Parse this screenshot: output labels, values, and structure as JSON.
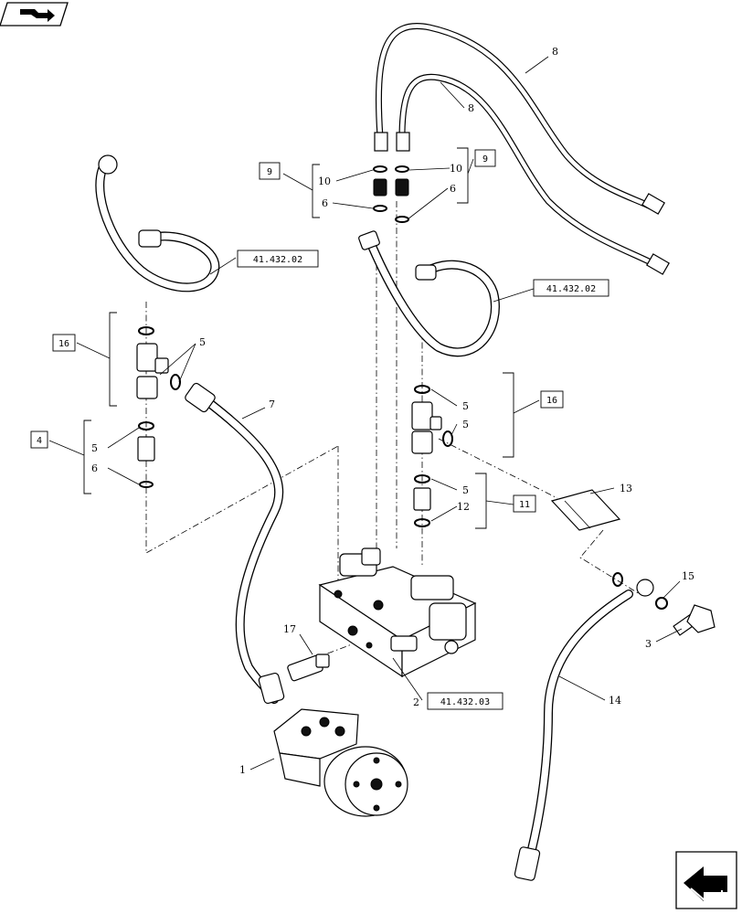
{
  "callouts": {
    "c1": "1",
    "c2": "2",
    "c3": "3",
    "c4": "4",
    "c5_left": "5",
    "c5_left2": "5",
    "c5_right_a": "5",
    "c5_right_b": "5",
    "c5_right_c": "5",
    "c6_left": "6",
    "c6_top_l": "6",
    "c6_top_r": "6",
    "c7": "7",
    "c8_a": "8",
    "c8_b": "8",
    "c9_l": "9",
    "c9_r": "9",
    "c10_l": "10",
    "c10_r": "10",
    "c11": "11",
    "c12": "12",
    "c13": "13",
    "c14": "14",
    "c15": "15",
    "c16_l": "16",
    "c16_r": "16",
    "c17": "17"
  },
  "refs": {
    "ref_upper_left": "41.432.02",
    "ref_upper_right": "41.432.02",
    "ref_valve": "41.432.03"
  },
  "icons": {
    "top_left": "book-arrow-icon",
    "bottom_right": "next-page-arrow-icon"
  }
}
